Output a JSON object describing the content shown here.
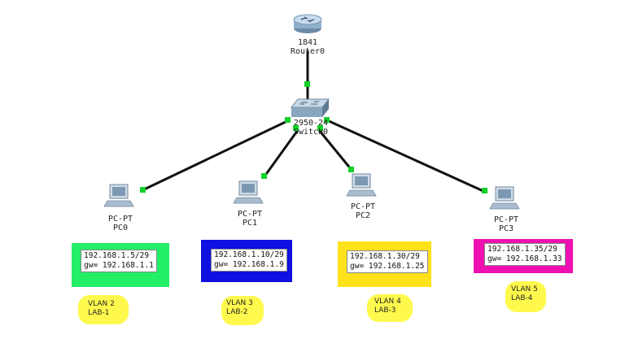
{
  "router": {
    "model": "1841",
    "name": "Router0"
  },
  "switch": {
    "model": "2950-24",
    "name": "Switch0"
  },
  "pcs": [
    {
      "type": "PC-PT",
      "name": "PC0",
      "ip": "192.168.1.5/29",
      "gw": "gw= 192.168.1.1",
      "vlan": "VLAN 2",
      "lab": "LAB-1",
      "box_color": "#22ee66"
    },
    {
      "type": "PC-PT",
      "name": "PC1",
      "ip": "192.168.1.10/29",
      "gw": "gw= 192.168.1.9",
      "vlan": "VLAN 3",
      "lab": "LAB-2",
      "box_color": "#1010e0"
    },
    {
      "type": "PC-PT",
      "name": "PC2",
      "ip": "192.168.1.30/29",
      "gw": "gw= 192.168.1.25",
      "vlan": "VLAN 4",
      "lab": "LAB-3",
      "box_color": "#ffe21a"
    },
    {
      "type": "PC-PT",
      "name": "PC3",
      "ip": "192.168.1.35/29",
      "gw": "gw= 192.168.1.33",
      "vlan": "VLAN 5",
      "lab": "LAB-4",
      "box_color": "#ee10b0"
    }
  ],
  "colors": {
    "link": "#111111",
    "port": "#12d12a",
    "highlight": "#fff83a"
  },
  "icons": {
    "router": "router-icon",
    "switch": "switch-icon",
    "pc": "pc-icon"
  }
}
